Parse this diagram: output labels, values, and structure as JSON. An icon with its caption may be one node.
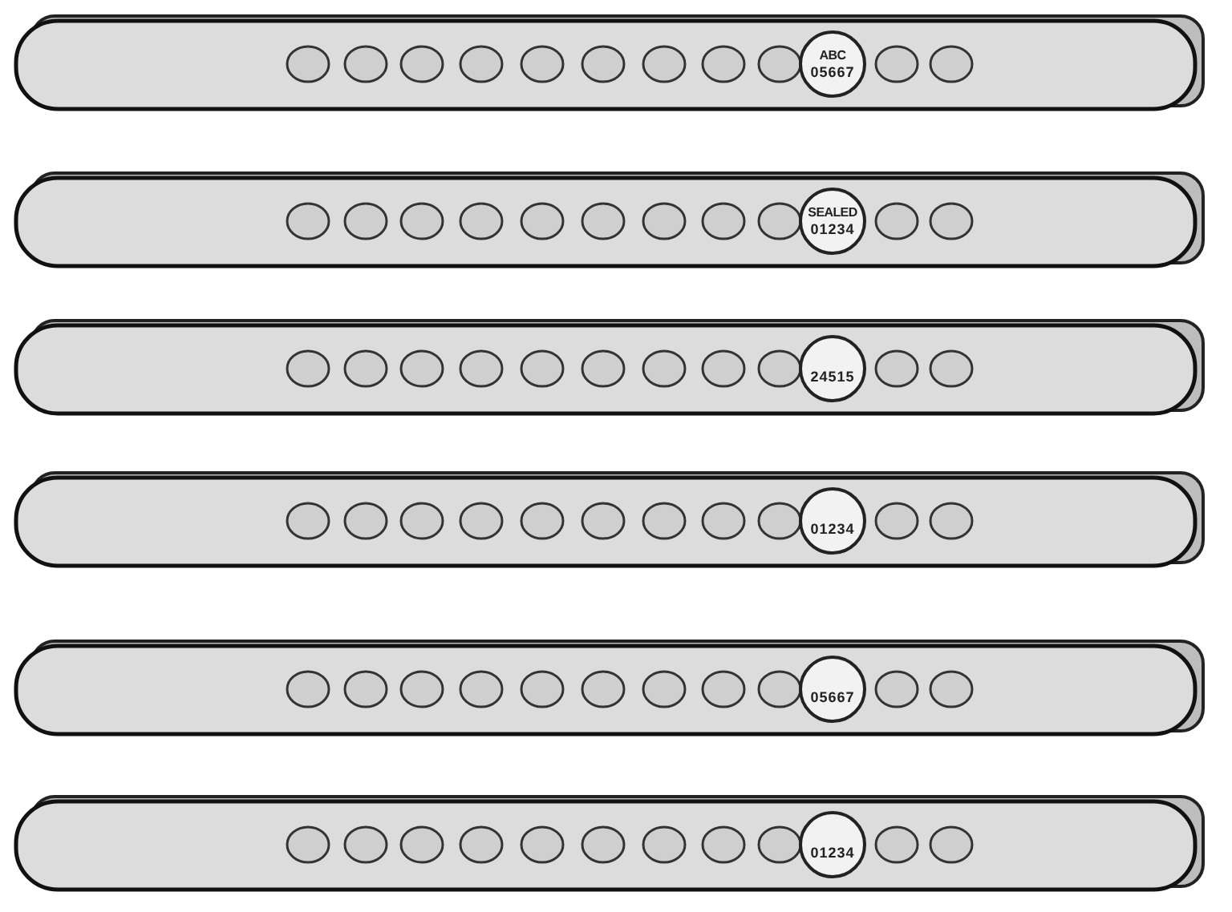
{
  "diagram": {
    "nodes": [
      {
        "text": [
          "ABC",
          "05667"
        ]
      },
      {
        "text": [
          "SEALED",
          "01234"
        ]
      },
      {
        "text": [
          "24515"
        ]
      },
      {
        "text": [
          "01234"
        ]
      },
      {
        "text": [
          "05667"
        ]
      },
      {
        "text": [
          "01234"
        ]
      }
    ]
  }
}
